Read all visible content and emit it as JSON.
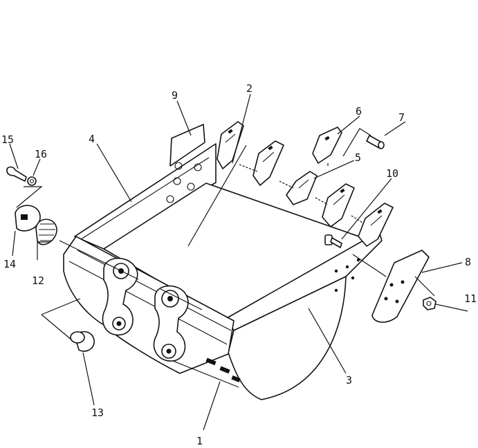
{
  "callouts": {
    "c1": "1",
    "c2": "2",
    "c3": "3",
    "c4": "4",
    "c5": "5",
    "c6": "6",
    "c7": "7",
    "c8": "8",
    "c9": "9",
    "c10": "10",
    "c11": "11",
    "c12": "12",
    "c13": "13",
    "c14": "14",
    "c15": "15",
    "c16": "16"
  }
}
